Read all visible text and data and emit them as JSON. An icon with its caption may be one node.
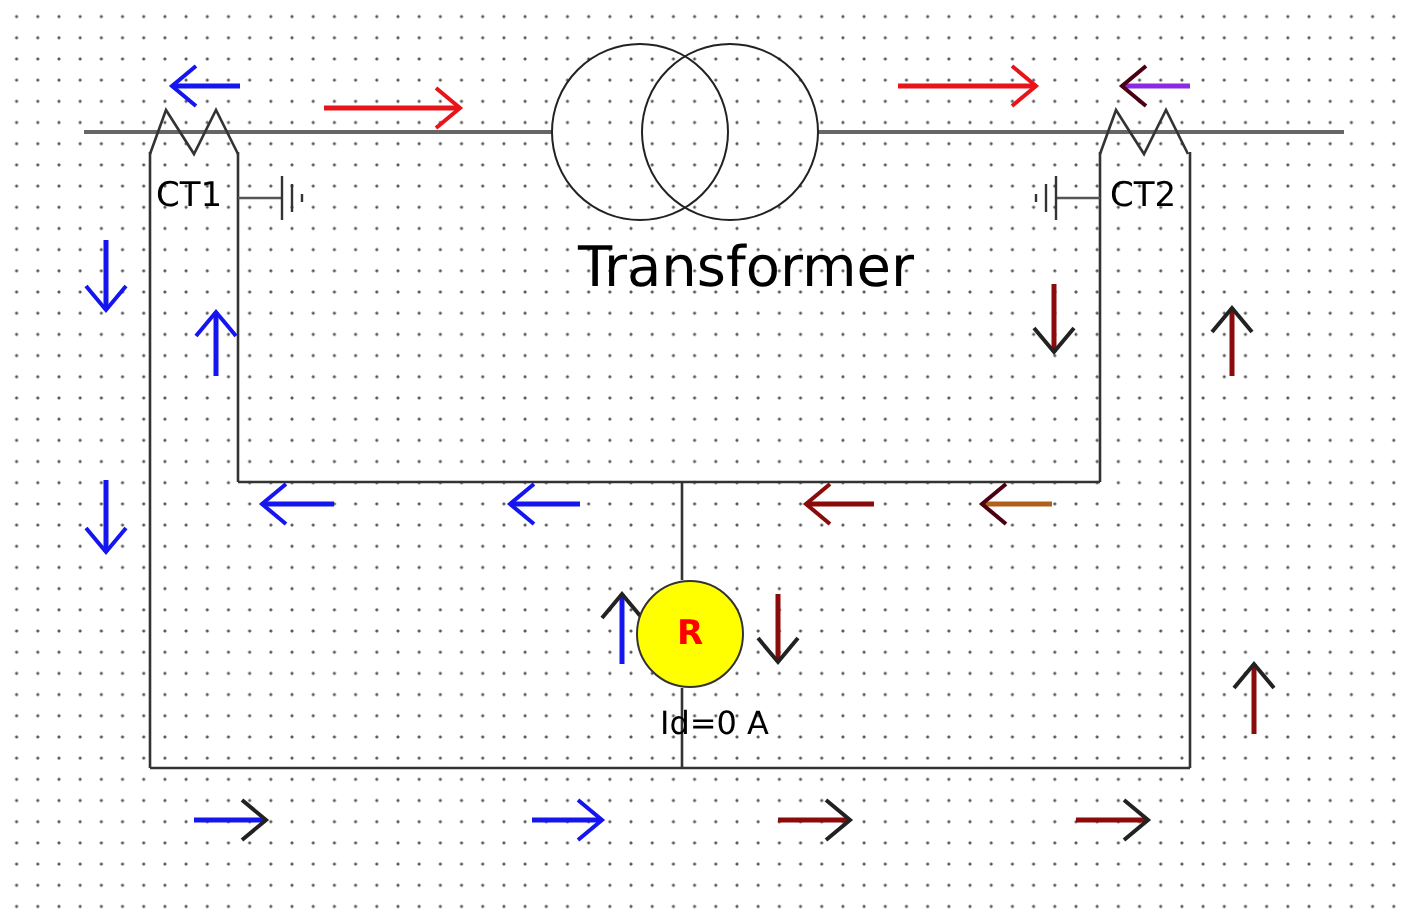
{
  "diagram": {
    "nodes": [
      {
        "text": [
          "R"
        ],
        "beside": [
          "Id=0 A"
        ]
      }
    ],
    "labels": [
      "CT1",
      "Transformer",
      "CT2"
    ]
  }
}
